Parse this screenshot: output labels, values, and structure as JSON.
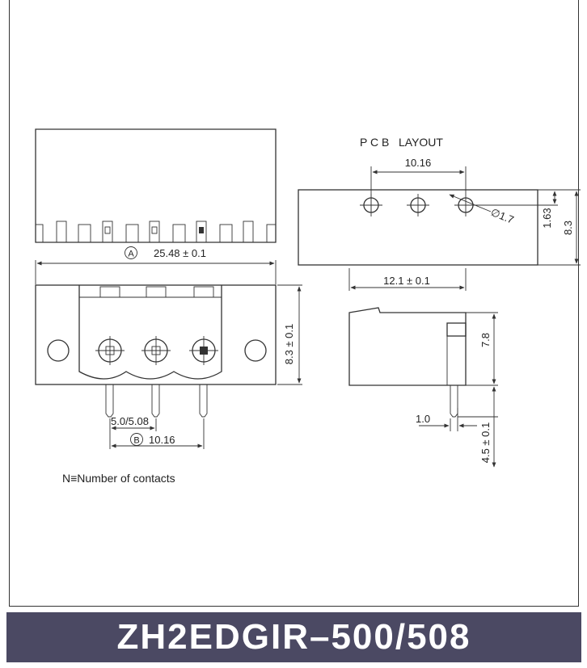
{
  "pcb_layout": {
    "title": "P C B   LAYOUT",
    "pitch": "10.16",
    "hole_dia": "1.7",
    "dim_edge": "1.63",
    "dim_height": "8.3"
  },
  "front_view": {
    "length_marker": "A",
    "length": "25.48 ± 0.1",
    "height": "8.3 ± 0.1",
    "pitch_min": "5.0/5.08",
    "span_marker": "B",
    "span": "10.16"
  },
  "side_view": {
    "width": "12.1 ± 0.1",
    "height": "7.8",
    "pin_offset": "1.0",
    "pin_length": "4.5 ± 0.1"
  },
  "notes": {
    "legend": "N≡Number of contacts"
  },
  "footer": {
    "model": "ZH2EDGIR–500/508"
  },
  "colors": {
    "banner": "#4b4963",
    "line": "#333333"
  }
}
